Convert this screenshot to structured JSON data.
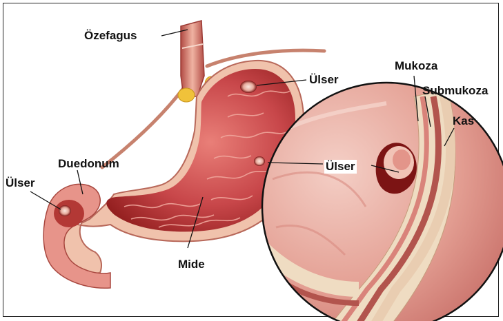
{
  "labels": {
    "ozefagus": "Özefagus",
    "ulser_top": "Ülser",
    "mukoza": "Mukoza",
    "submukoza": "Submukoza",
    "kas": "Kas",
    "duedonum": "Duedonum",
    "ulser_left": "Ülser",
    "ulser_mid": "Ülser",
    "mide": "Mide"
  },
  "colors": {
    "tissue_dark": "#8e1b1b",
    "tissue_mid": "#c8474a",
    "tissue_light": "#e8a095",
    "wall_outer": "#f0c2ac",
    "fat": "#f0c23a",
    "ulcer": "#f3d3c9",
    "vessel": "#c7826e",
    "muscle_layer": "#efdcc2",
    "mucosa_layer": "#e6a39a"
  },
  "icons": [
    "stomach-illustration",
    "magnified-wall-inset"
  ]
}
